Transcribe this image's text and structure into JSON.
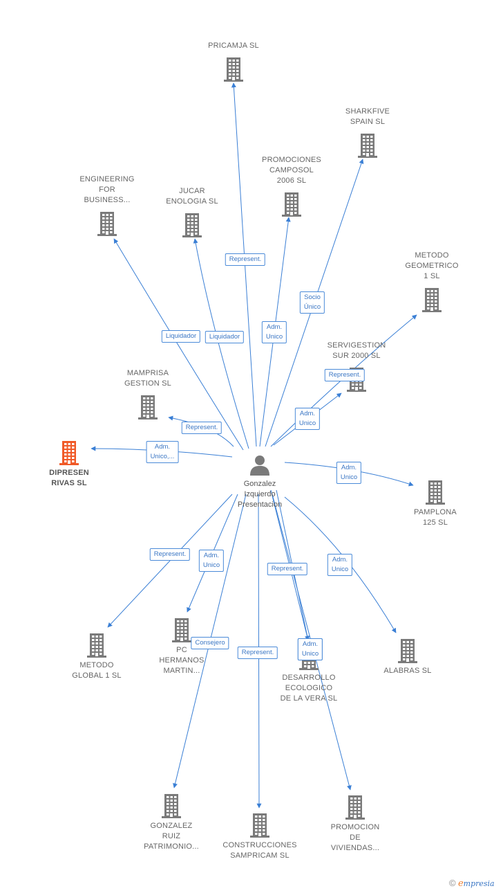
{
  "center": {
    "name_lines": [
      "Gonzalez",
      "Izquierdo",
      "Presentacion"
    ],
    "icon": "person-icon"
  },
  "companies": [
    {
      "id": "pricamja",
      "lines": [
        "PRICAMJA SL"
      ],
      "highlight": false
    },
    {
      "id": "sharkfive",
      "lines": [
        "SHARKFIVE",
        "SPAIN  SL"
      ],
      "highlight": false
    },
    {
      "id": "promociones-camposol",
      "lines": [
        "PROMOCIONES",
        "CAMPOSOL",
        "2006 SL"
      ],
      "highlight": false
    },
    {
      "id": "engineering",
      "lines": [
        "ENGINEERING",
        "FOR",
        "BUSINESS..."
      ],
      "highlight": false
    },
    {
      "id": "jucar",
      "lines": [
        "JUCAR",
        "ENOLOGIA SL"
      ],
      "highlight": false
    },
    {
      "id": "metodo-geometrico",
      "lines": [
        "METODO",
        "GEOMETRICO",
        "1 SL"
      ],
      "highlight": false
    },
    {
      "id": "servigestion",
      "lines": [
        "SERVIGESTION",
        "SUR 2000 SL"
      ],
      "highlight": false
    },
    {
      "id": "mamprisa",
      "lines": [
        "MAMPRISA",
        "GESTION SL"
      ],
      "highlight": false
    },
    {
      "id": "dipresen",
      "lines": [
        "DIPRESEN",
        "RIVAS  SL"
      ],
      "highlight": true
    },
    {
      "id": "pamplona",
      "lines": [
        "PAMPLONA",
        "125 SL"
      ],
      "highlight": false
    },
    {
      "id": "metodo-global",
      "lines": [
        "METODO",
        "GLOBAL 1 SL"
      ],
      "highlight": false
    },
    {
      "id": "pc-hermanos",
      "lines": [
        "PC",
        "HERMANOS",
        "MARTIN..."
      ],
      "highlight": false
    },
    {
      "id": "desarrollo",
      "lines": [
        "DESARROLLO",
        "ECOLOGICO",
        "DE LA VERA SL"
      ],
      "highlight": false
    },
    {
      "id": "alabras",
      "lines": [
        "ALABRAS SL"
      ],
      "highlight": false
    },
    {
      "id": "gonzalez-ruiz",
      "lines": [
        "GONZALEZ",
        "RUIZ",
        "PATRIMONIO..."
      ],
      "highlight": false
    },
    {
      "id": "construcciones",
      "lines": [
        "CONSTRUCCIONES",
        "SAMPRICAM SL"
      ],
      "highlight": false
    },
    {
      "id": "promocion-viviendas",
      "lines": [
        "PROMOCION",
        "DE",
        "VIVIENDAS..."
      ],
      "highlight": false
    }
  ],
  "relations": [
    {
      "target": "pricamja",
      "label_lines": [
        "Represent."
      ]
    },
    {
      "target": "sharkfive",
      "label_lines": [
        "Socio",
        "Único"
      ]
    },
    {
      "target": "promociones-camposol",
      "label_lines": [
        "Adm.",
        "Unico"
      ]
    },
    {
      "target": "engineering",
      "label_lines": [
        "Liquidador"
      ]
    },
    {
      "target": "jucar",
      "label_lines": [
        "Liquidador"
      ]
    },
    {
      "target": "metodo-geometrico",
      "label_lines": [
        "Adm.",
        "Unico"
      ]
    },
    {
      "target": "servigestion",
      "label_lines": [
        "Represent."
      ]
    },
    {
      "target": "mamprisa",
      "label_lines": [
        "Represent."
      ]
    },
    {
      "target": "dipresen",
      "label_lines": [
        "Adm.",
        "Unico,..."
      ]
    },
    {
      "target": "pamplona",
      "label_lines": [
        "Adm.",
        "Unico"
      ]
    },
    {
      "target": "metodo-global",
      "label_lines": [
        "Represent."
      ]
    },
    {
      "target": "pc-hermanos",
      "label_lines": [
        "Adm.",
        "Unico"
      ]
    },
    {
      "target": "desarrollo",
      "label_lines": [
        "Represent."
      ]
    },
    {
      "target": "desarrollo",
      "label_lines": [
        "Adm.",
        "Unico"
      ]
    },
    {
      "target": "alabras",
      "label_lines": [
        "Adm.",
        "Unico"
      ]
    },
    {
      "target": "gonzalez-ruiz",
      "label_lines": [
        "Consejero"
      ]
    },
    {
      "target": "construcciones",
      "label_lines": [
        "Represent."
      ]
    },
    {
      "target": "promocion-viviendas",
      "label_lines": [
        "Adm.",
        "Unico"
      ]
    }
  ],
  "colors": {
    "edge": "#3a7fd5",
    "building": "#7a7a7a",
    "building_highlight": "#f05a28",
    "person": "#7a7a7a"
  },
  "footer": {
    "copyright": "©",
    "brand_initial": "e",
    "brand_rest": "mpresia"
  }
}
